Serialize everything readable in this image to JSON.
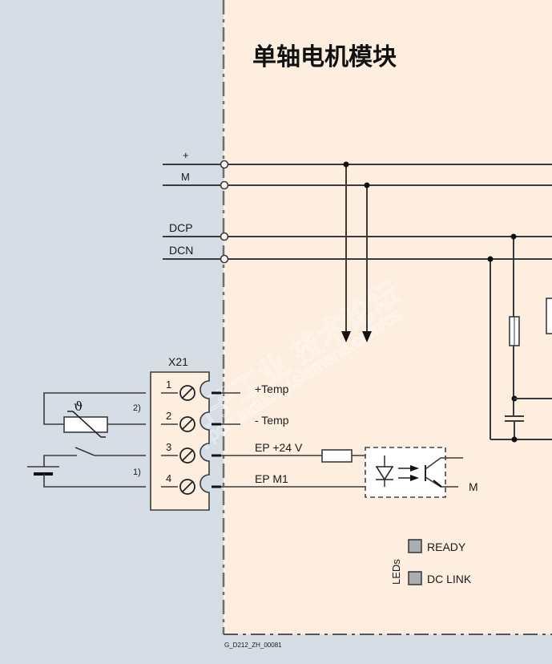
{
  "title": "单轴电机模块",
  "drawing_id": "G_D212_ZH_00081",
  "bus_labels": {
    "plus": "+",
    "m": "M",
    "dcp": "DCP",
    "dcn": "DCN"
  },
  "connector": {
    "name": "X21",
    "pins": [
      {
        "number": "1",
        "signal": "+Temp"
      },
      {
        "number": "2",
        "signal": "- Temp"
      },
      {
        "number": "3",
        "signal": "EP +24 V"
      },
      {
        "number": "4",
        "signal": "EP M1"
      }
    ]
  },
  "footnotes": {
    "temp_sensor": "2)",
    "enable_pulses": "1)"
  },
  "thermistor_symbol": "ϑ",
  "optocoupler_output_label": "M",
  "leds": {
    "group_label": "LEDs",
    "items": [
      {
        "label": "READY",
        "color": "#a9aeb3"
      },
      {
        "label": "DC LINK",
        "color": "#a9aeb3"
      }
    ]
  },
  "watermark": {
    "text_cn": "西门子工业 技术论坛",
    "text_url": "support.industry.siemens.com/cs"
  },
  "colors": {
    "outside_bg": "#d6dde5",
    "module_bg": "#fdeee0",
    "wire": "#3a3a3a",
    "led_fill": "#a9aeb3"
  }
}
